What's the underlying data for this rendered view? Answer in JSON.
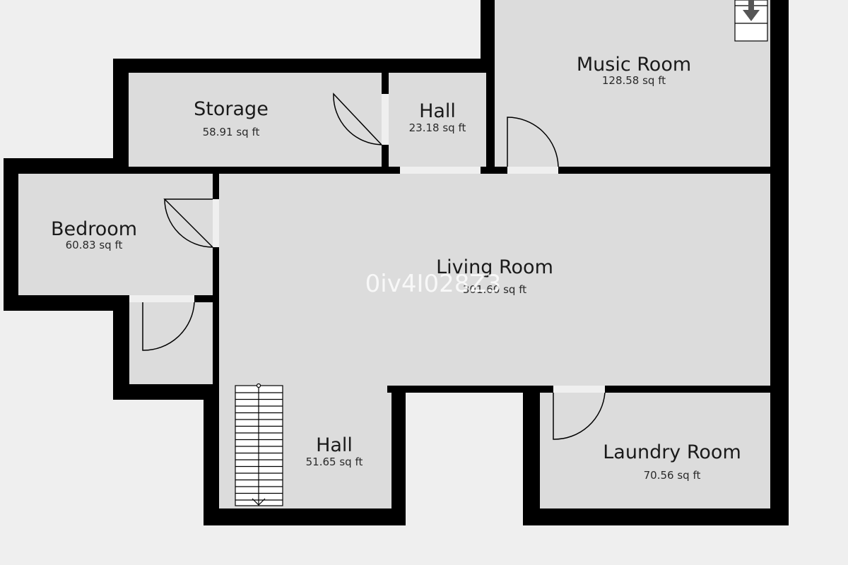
{
  "colors": {
    "background": "#efefef",
    "floor": "#dcdcdc",
    "wall": "#000000",
    "text": "#1a1a1a"
  },
  "watermark": "0iv4I028Z3",
  "rooms": [
    {
      "id": "music-room",
      "name": "Music Room",
      "area": "128.58 sq ft"
    },
    {
      "id": "storage",
      "name": "Storage",
      "area": "58.91 sq ft"
    },
    {
      "id": "hall-upper",
      "name": "Hall",
      "area": "23.18 sq ft"
    },
    {
      "id": "bedroom",
      "name": "Bedroom",
      "area": "60.83 sq ft"
    },
    {
      "id": "living-room",
      "name": "Living Room",
      "area": "301.60 sq ft"
    },
    {
      "id": "hall-lower",
      "name": "Hall",
      "area": "51.65 sq ft"
    },
    {
      "id": "laundry-room",
      "name": "Laundry Room",
      "area": "70.56 sq ft"
    }
  ],
  "icons": {
    "stairs": "stairs-icon",
    "arrow": "down-arrow-icon"
  }
}
